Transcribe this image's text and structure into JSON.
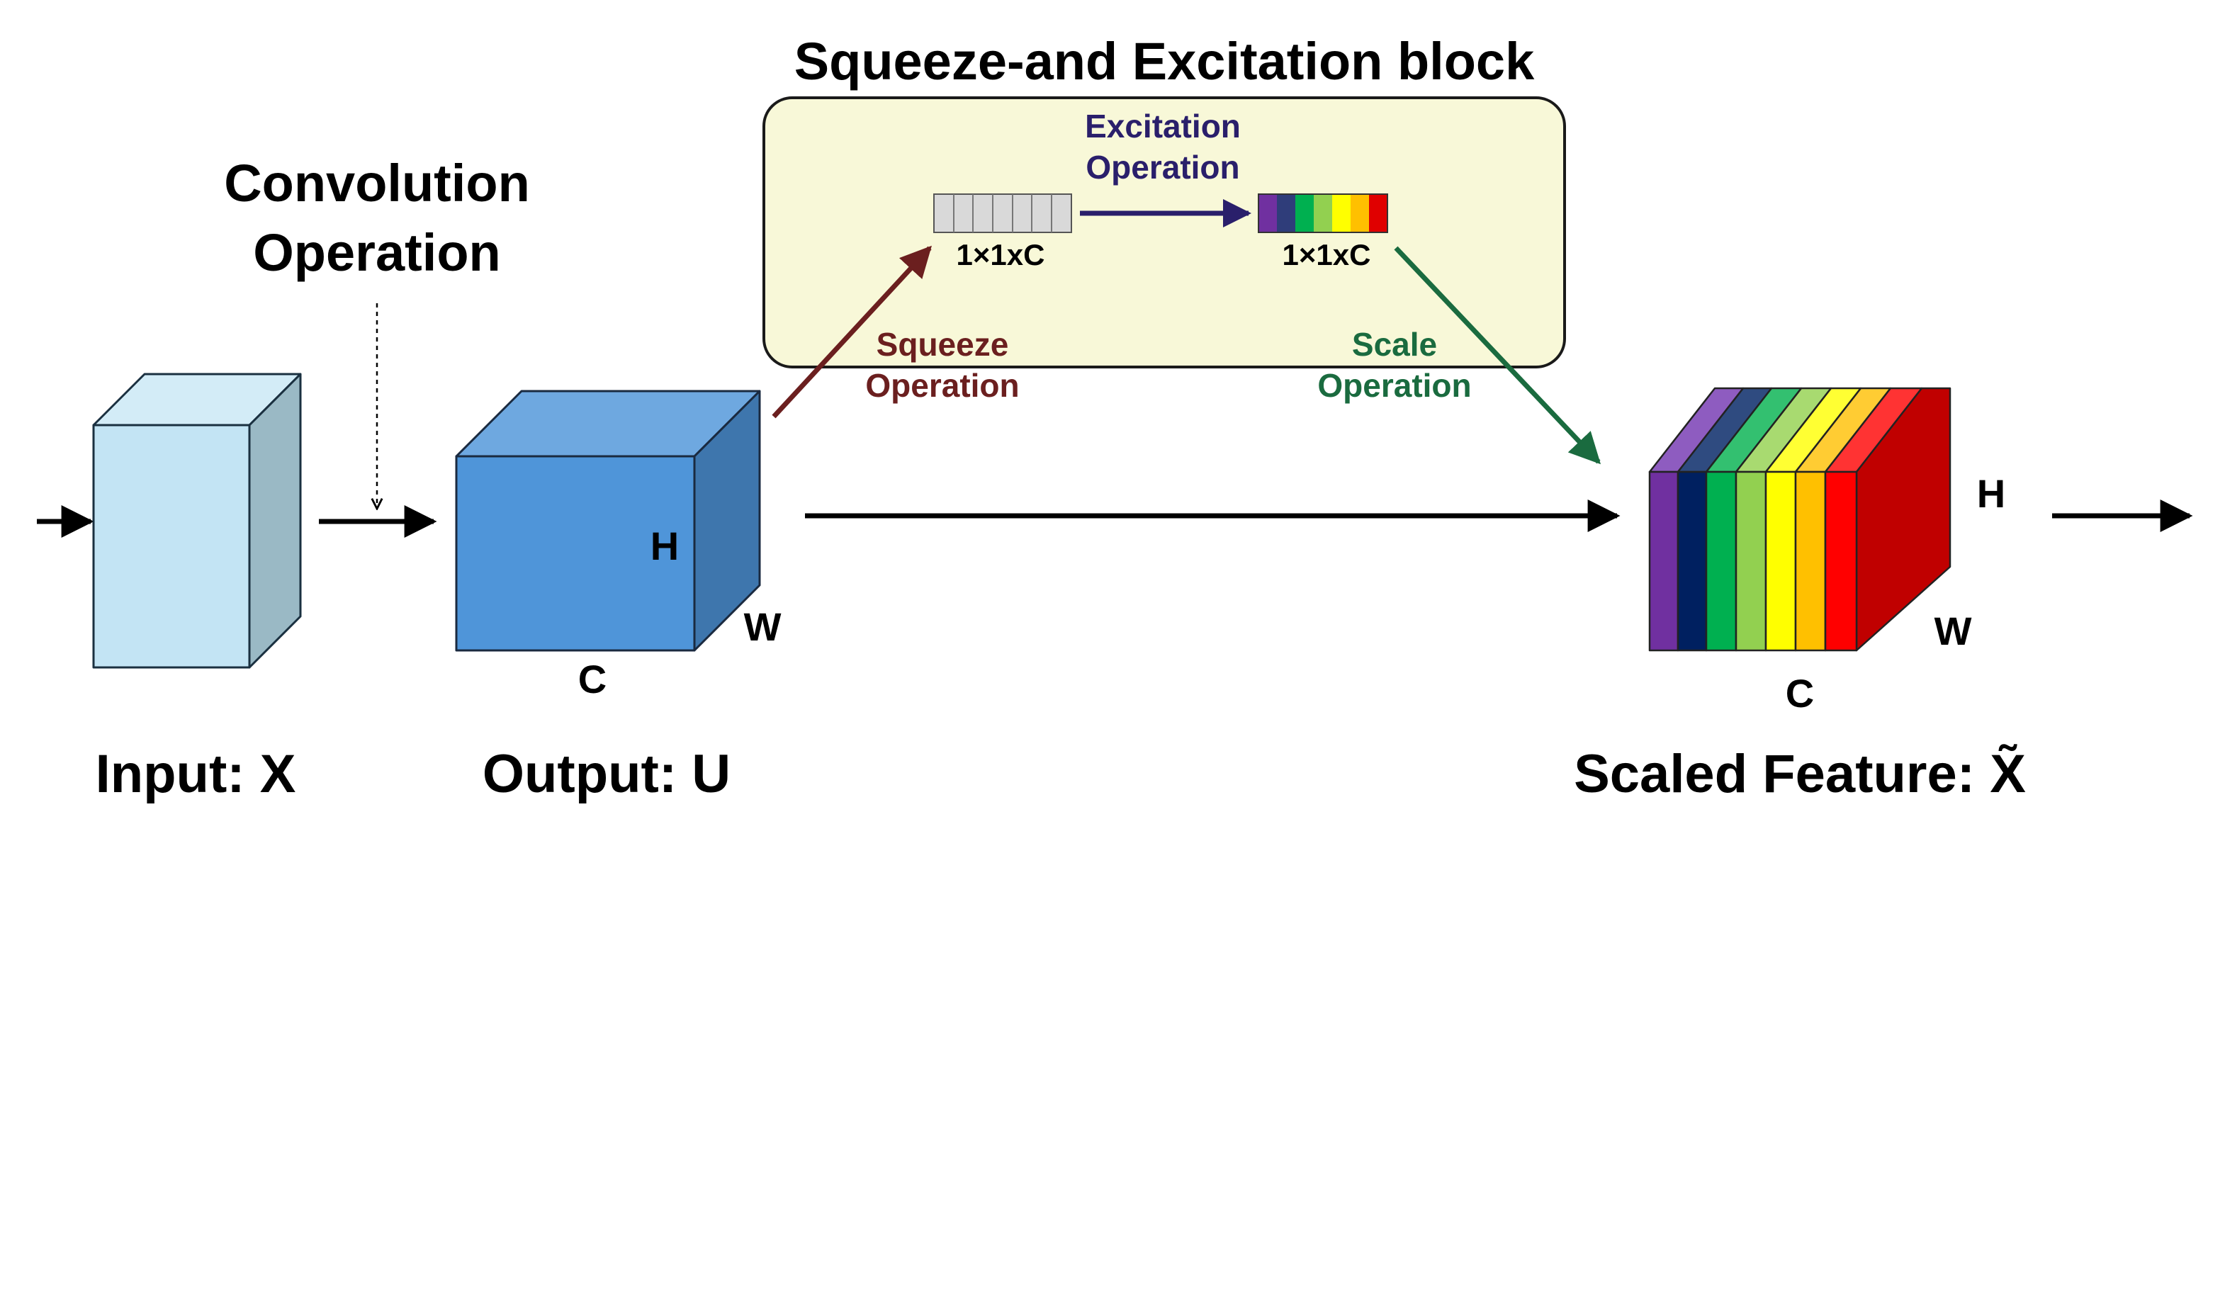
{
  "block_title": "Squeeze-and Excitation block",
  "conv_label": {
    "line1": "Convolution",
    "line2": "Operation"
  },
  "excitation_label": {
    "line1": "Excitation",
    "line2": "Operation"
  },
  "squeeze_label": {
    "line1": "Squeeze",
    "line2": "Operation"
  },
  "scale_label": {
    "line1": "Scale",
    "line2": "Operation"
  },
  "vector_left_label": "1×1xC",
  "vector_right_label": "1×1xC",
  "input_caption": "Input: X",
  "output_caption": "Output: U",
  "scaled_caption": "Scaled Feature: X̃",
  "output_dims": {
    "h": "H",
    "w": "W",
    "c": "C"
  },
  "scaled_dims": {
    "h": "H",
    "w": "W",
    "c": "C"
  },
  "colors": {
    "block_fill": "#f8f8d8",
    "input_cube_front": "#c3e4f4",
    "input_cube_top": "#d3ecf7",
    "input_cube_side": "#9ab9c5",
    "output_cube_front": "#4f95d9",
    "output_cube_top": "#6ea8e0",
    "output_cube_side": "#3e76ad",
    "squeeze": "#6b1f1f",
    "excitation": "#2a1f6b",
    "scale": "#1a6b3f",
    "vector_gray": "#d9d9d9",
    "spectrum": [
      "#7030a0",
      "#002060",
      "#00b050",
      "#92d050",
      "#ffff00",
      "#ffc000",
      "#ff0000",
      "#c00000"
    ]
  }
}
